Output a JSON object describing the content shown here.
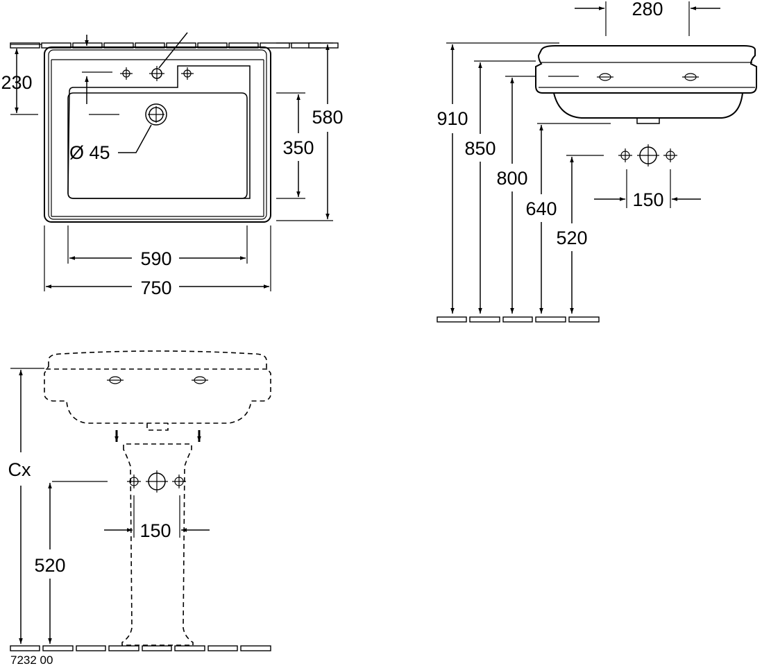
{
  "plan_view": {
    "dim_230": "230",
    "dim_580": "580",
    "dim_350": "350",
    "dim_590": "590",
    "dim_750": "750",
    "dim_diameter": "Ø 45"
  },
  "side_view": {
    "dim_280": "280",
    "dim_910": "910",
    "dim_850": "850",
    "dim_800": "800",
    "dim_640": "640",
    "dim_520": "520",
    "dim_150": "150"
  },
  "pedestal_view": {
    "dim_cx": "Cx",
    "dim_520": "520",
    "dim_150": "150"
  },
  "product_code": "7232 00"
}
